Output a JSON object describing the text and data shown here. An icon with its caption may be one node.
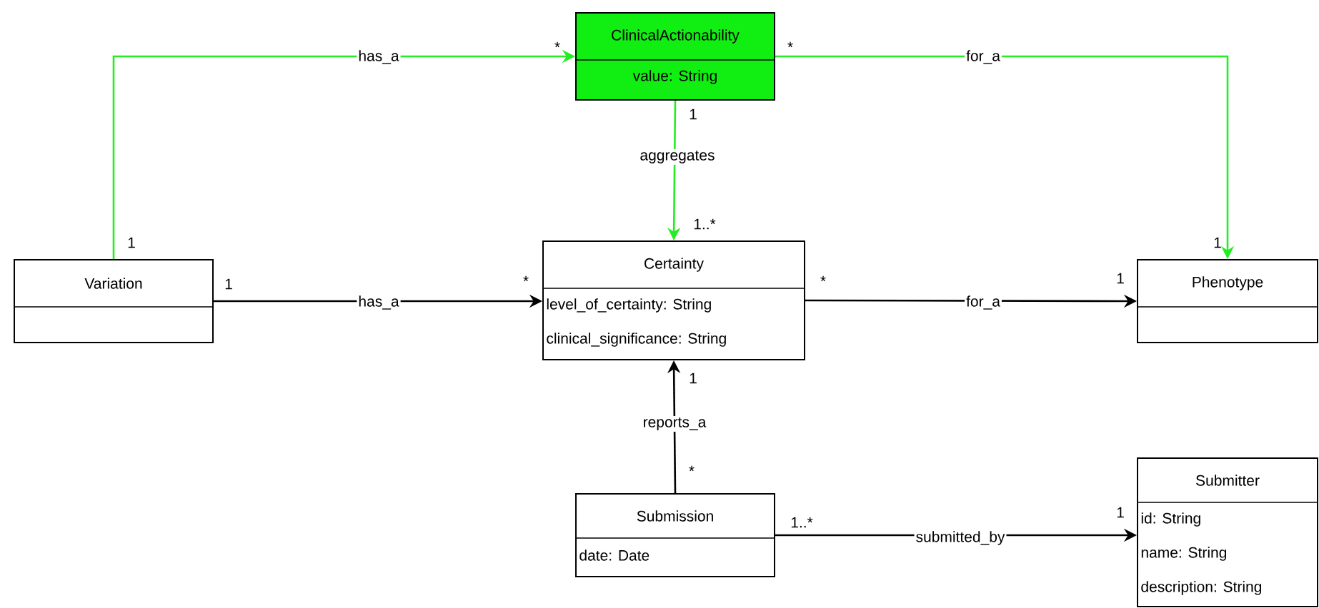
{
  "diagram": {
    "nodes": [
      {
        "text": [
          "ClinicalActionability",
          "value: String"
        ]
      },
      {
        "text": [
          "Variation"
        ]
      },
      {
        "text": [
          "Certainty",
          "level_of_certainty: String",
          "clinical_significance: String"
        ]
      },
      {
        "text": [
          "Phenotype"
        ]
      },
      {
        "text": [
          "Submission",
          "date: Date"
        ]
      },
      {
        "text": [
          "Submitter",
          "id: String",
          "name: String",
          "description: String"
        ]
      }
    ],
    "edges": [
      {
        "from": 1,
        "to": 0,
        "arrow": "to",
        "label": "has_a",
        "color": "#22ee22"
      },
      {
        "from": 0,
        "to": 3,
        "arrow": "to",
        "label": "for_a",
        "color": "#22ee22"
      },
      {
        "from": 0,
        "to": 2,
        "arrow": "to",
        "label": "aggregates",
        "color": "#22ee22"
      },
      {
        "from": 1,
        "to": 2,
        "arrow": "to",
        "label": "has_a"
      },
      {
        "from": 2,
        "to": 3,
        "arrow": "to",
        "label": "for_a"
      },
      {
        "from": 4,
        "to": 2,
        "arrow": "to",
        "label": "reports_a"
      },
      {
        "from": 4,
        "to": 5,
        "arrow": "to",
        "label": "submitted_by"
      }
    ],
    "labels": [
      "*",
      "*",
      "1",
      "1..*",
      "1",
      "1",
      "1",
      "*",
      "*",
      "1",
      "1",
      "*",
      "1..*",
      "1"
    ]
  }
}
